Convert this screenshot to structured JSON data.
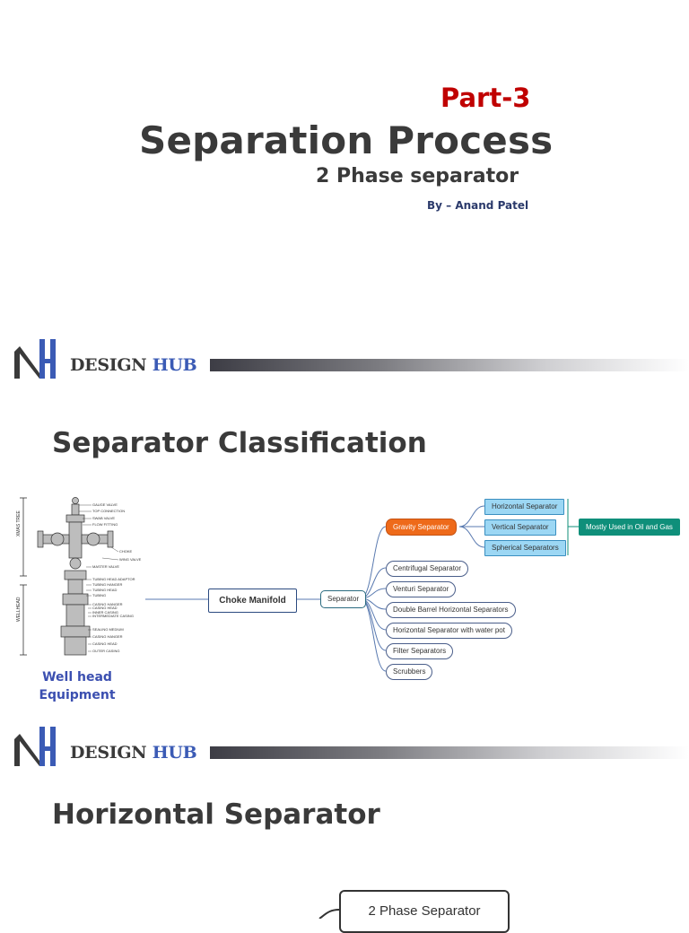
{
  "title_slide": {
    "part": "Part-3",
    "title": "Separation Process",
    "subtitle": "2 Phase separator",
    "author": "By – Anand Patel"
  },
  "brand": {
    "word1": "DESIGN",
    "word2": "HUB",
    "accent_color": "#3b5bb5"
  },
  "classification": {
    "title": "Separator Classification",
    "wellhead_caption": "Well head Equipment",
    "wellhead_side_labels": [
      "XMAS TREE",
      "WELLHEAD"
    ],
    "wellhead_labels": [
      "GAUGE VALVE",
      "TOP CONNECTION",
      "SWAB VALVE",
      "FLOW FITTING",
      "CHOKE",
      "WING VALVE",
      "MASTER VALVE",
      "TUBING HEAD ADAPTOR",
      "TUBING HANGER",
      "TUBING HEAD",
      "TUBING",
      "CASING HANGER",
      "CASING HEAD",
      "INNER CASING",
      "INTERMEDIATE CASING",
      "SEALING MEDIUM",
      "CASING HANGER",
      "CASING HEAD",
      "OUTER CASING"
    ],
    "mindmap": {
      "choke": "Choke Manifold",
      "root": "Separator",
      "gravity": "Gravity Separator",
      "gravity_children": [
        "Horizontal Separator",
        "Vertical Separator",
        "Spherical Separators"
      ],
      "note": "Mostly Used in Oil and Gas",
      "others": [
        "Centrifugal Separator",
        "Venturi Separator",
        "Double Barrel Horizontal Separators",
        "Horizontal Separator with water pot",
        "Filter Separators",
        "Scrubbers"
      ],
      "colors": {
        "gravity": "#ee6a1a",
        "children": "#9cd7f4",
        "note": "#0f8f7a"
      }
    }
  },
  "horizontal": {
    "title": "Horizontal Separator",
    "node": "2 Phase Separator"
  }
}
